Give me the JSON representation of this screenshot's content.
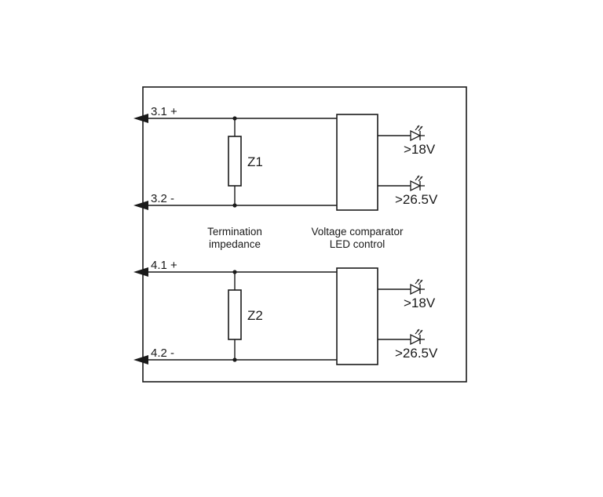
{
  "terminals": {
    "t31": "3.1 +",
    "t32": "3.2 -",
    "t41": "4.1 +",
    "t42": "4.2 -"
  },
  "impedances": {
    "z1": "Z1",
    "z2": "Z2"
  },
  "captions": {
    "termination_line1": "Termination",
    "termination_line2": "impedance",
    "comparator_line1": "Voltage comparator",
    "comparator_line2": "LED control"
  },
  "leds": {
    "ch1_low": ">18V",
    "ch1_high": ">26.5V",
    "ch2_low": ">18V",
    "ch2_high": ">26.5V"
  },
  "colors": {
    "line": "#1a1a1a",
    "background": "#ffffff"
  },
  "icons": {
    "terminal": "terminal-arrow-icon",
    "led": "led-icon",
    "resistor": "resistor-icon"
  }
}
